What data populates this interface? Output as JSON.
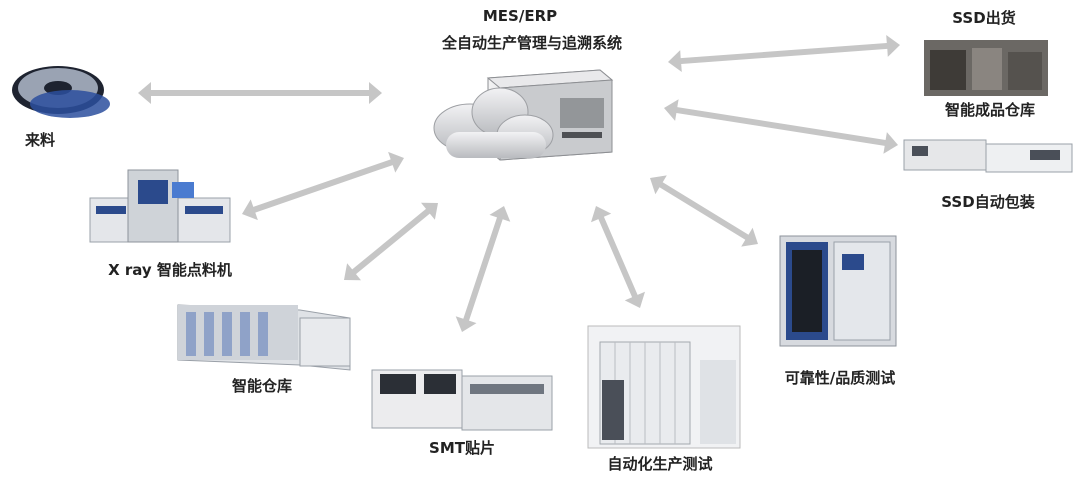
{
  "center": {
    "title": "MES/ERP",
    "subtitle": "全自动生产管理与追溯系统"
  },
  "nodes": {
    "incoming": "来料",
    "xray": "X ray 智能点料机",
    "warehouse": "智能仓库",
    "smt": "SMT贴片",
    "auto_test": "自动化生产测试",
    "reliability": "可靠性/品质测试",
    "ssd_ship": "SSD出货",
    "finished_wh": "智能成品仓库",
    "ssd_pack": "SSD自动包装"
  },
  "colors": {
    "arrow": "#c6c6c6",
    "cloud": "#dcdde0",
    "server": "#d9d9db",
    "machine_gray": "#cfd3d8",
    "machine_blue": "#2b4a8c"
  }
}
